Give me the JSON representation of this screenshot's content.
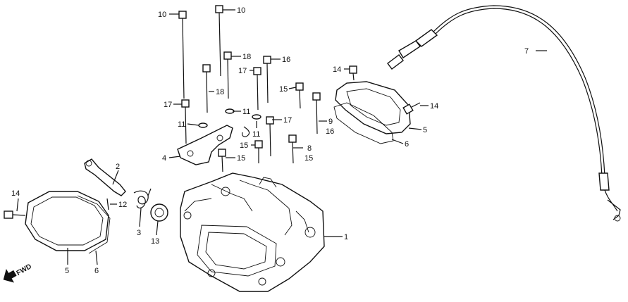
{
  "diagram": {
    "labels": {
      "L1": "1",
      "L2": "2",
      "L3": "3",
      "L4": "4",
      "L5a": "5",
      "L5b": "5",
      "L6a": "6",
      "L6b": "6",
      "L7": "7",
      "L8": "8",
      "L9": "9",
      "L10a": "10",
      "L10b": "10",
      "L11a": "11",
      "L11b": "11",
      "L11c": "11",
      "L12": "12",
      "L13": "13",
      "L14a": "14",
      "L14b": "14",
      "L14c": "14",
      "L15a": "15",
      "L15b": "15",
      "L15c": "15",
      "L15d": "15",
      "L16a": "16",
      "L16b": "16",
      "L17a": "17",
      "L17b": "17",
      "L17c": "17",
      "L18a": "18",
      "L18b": "18"
    },
    "fwd_label": "FWD"
  }
}
